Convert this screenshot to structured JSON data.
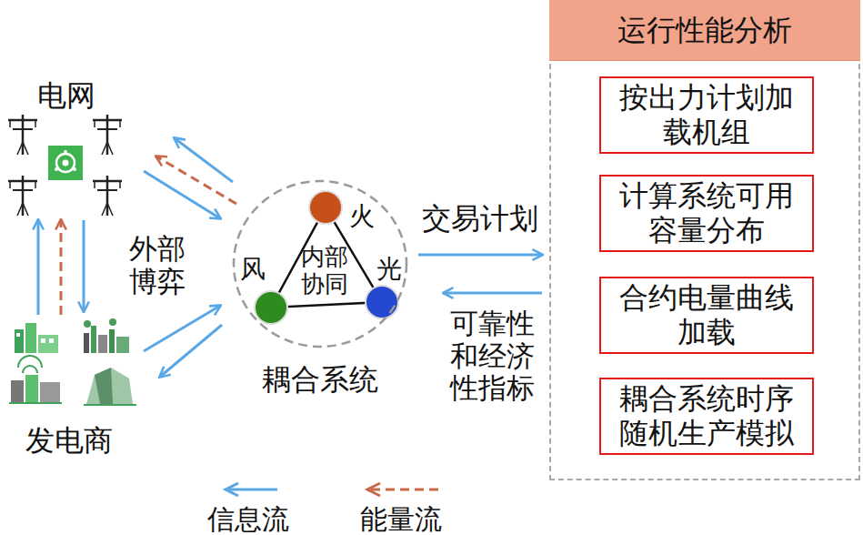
{
  "diagram": {
    "nodes": [
      {
        "text": [
          "电网"
        ]
      },
      {
        "text": [
          "耦合系统"
        ]
      },
      {
        "text": [
          "发电商"
        ]
      },
      {
        "text": [
          "运行性能分析"
        ]
      },
      {
        "text": [
          "按出力计划加载机组"
        ],
        "in": 3
      },
      {
        "text": [
          "计算系统可用容量分布"
        ],
        "in": 3
      },
      {
        "text": [
          "合约电量曲线加载"
        ],
        "in": 3
      },
      {
        "text": [
          "耦合系统时序随机生产模拟"
        ],
        "in": 3
      }
    ],
    "edges": [
      {
        "from": 1,
        "to": 0,
        "arrow": "to"
      },
      {
        "from": 0,
        "to": 1,
        "arrow": "to"
      },
      {
        "from": 1,
        "to": 0,
        "arrow": "to"
      },
      {
        "from": 2,
        "to": 0,
        "arrow": "to"
      },
      {
        "from": 2,
        "to": 0,
        "arrow": "to"
      },
      {
        "from": 0,
        "to": 2,
        "arrow": "to"
      },
      {
        "from": 1,
        "to": 2,
        "arrow": "to"
      },
      {
        "from": 2,
        "to": 1,
        "arrow": "to"
      },
      {
        "from": 1,
        "to": 3,
        "label": "交易计划",
        "arrow": "to"
      },
      {
        "from": 3,
        "to": 1,
        "label": "可靠性和经济性指标",
        "arrow": "to"
      },
      {
        "from": 4,
        "to": 5,
        "arrow": "to"
      },
      {
        "from": 5,
        "to": 6,
        "arrow": "to"
      },
      {
        "from": 6,
        "to": 7,
        "arrow": "to"
      }
    ],
    "labels": [
      "火",
      "风",
      "光",
      "内部协同",
      "外部博弈"
    ],
    "legend": [
      {
        "text": "信息流"
      },
      {
        "text": "能量流"
      }
    ]
  }
}
